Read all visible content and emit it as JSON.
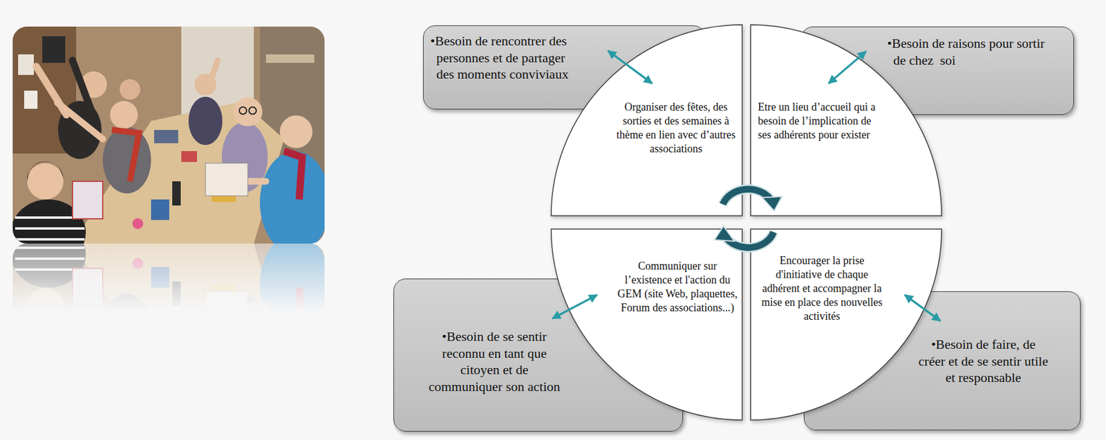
{
  "diagram": {
    "nodes": [
      {
        "text": [
          "•Besoin de rencontrer des personnes et de partager des moments conviviaux"
        ]
      },
      {
        "text": [
          "Organiser des fêtes, des sorties et des semaines à thème en lien avec d’autres associations"
        ]
      },
      {
        "text": [
          "Etre un lieu d’accueil qui a besoin de l’implication de ses adhérents pour exister"
        ]
      },
      {
        "text": [
          "•Besoin de raisons pour sortir de chez  soi"
        ]
      },
      {
        "text": [
          "•Besoin de se sentir reconnu en tant que citoyen et de communiquer son action"
        ]
      },
      {
        "text": [
          "Communiquer sur l’existence et l'action du GEM (site Web, plaquettes, Forum des associations...)"
        ]
      },
      {
        "text": [
          "Encourager la prise d'initiative de chaque adhérent et accompagner la mise en place des nouvelles activités"
        ]
      },
      {
        "text": [
          "•Besoin de faire, de créer et de se sentir utile et responsable"
        ]
      }
    ],
    "edges": [
      {
        "from": 0,
        "to": 1,
        "arrow": "both"
      },
      {
        "from": 3,
        "to": 2,
        "arrow": "both"
      },
      {
        "from": 4,
        "to": 5,
        "arrow": "both"
      },
      {
        "from": 7,
        "to": 6,
        "arrow": "both"
      }
    ]
  }
}
